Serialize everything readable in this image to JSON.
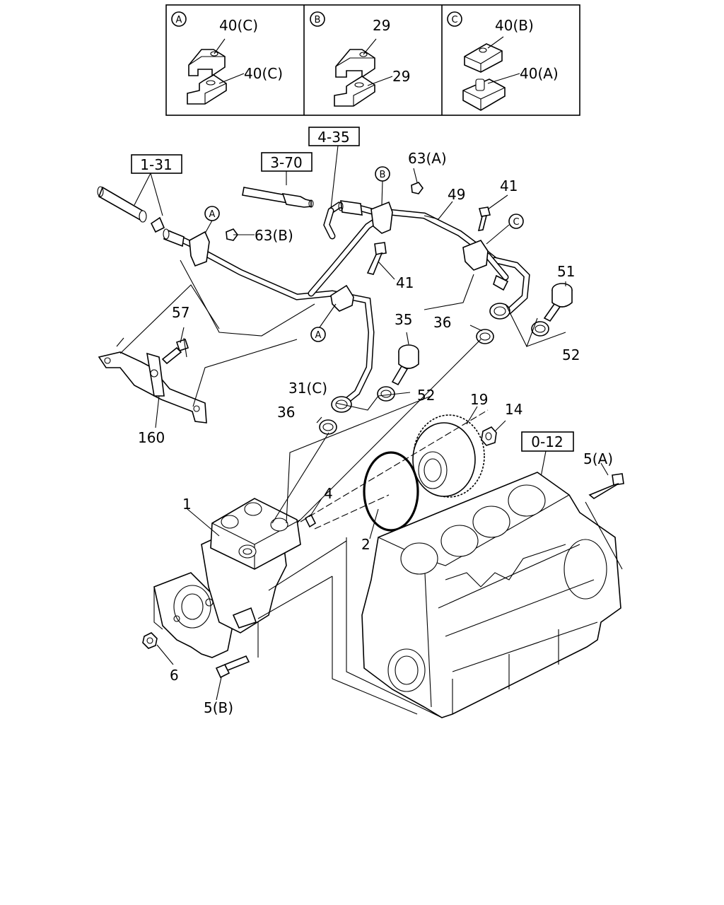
{
  "insets": [
    {
      "marker": "A",
      "top_label": "40(C)",
      "bottom_label": "40(C)"
    },
    {
      "marker": "B",
      "top_label": "29",
      "bottom_label": "29"
    },
    {
      "marker": "C",
      "top_label": "40(B)",
      "bottom_label": "40(A)"
    }
  ],
  "references": {
    "r_1_31": "1-31",
    "r_3_70": "3-70",
    "r_4_35": "4-35",
    "r_0_12": "0-12"
  },
  "markers": {
    "a": "A",
    "b": "B",
    "c": "C"
  },
  "parts": {
    "p63a": "63(A)",
    "p63b": "63(B)",
    "p49": "49",
    "p41_top": "41",
    "p41_mid": "41",
    "p51": "51",
    "p52_right": "52",
    "p36_right": "36",
    "p35": "35",
    "p57": "57",
    "p31c": "31(C)",
    "p52_mid": "52",
    "p36_left": "36",
    "p160": "160",
    "p19": "19",
    "p14": "14",
    "p5a": "5(A)",
    "p4": "4",
    "p1": "1",
    "p2": "2",
    "p6": "6",
    "p5b": "5(B)"
  }
}
